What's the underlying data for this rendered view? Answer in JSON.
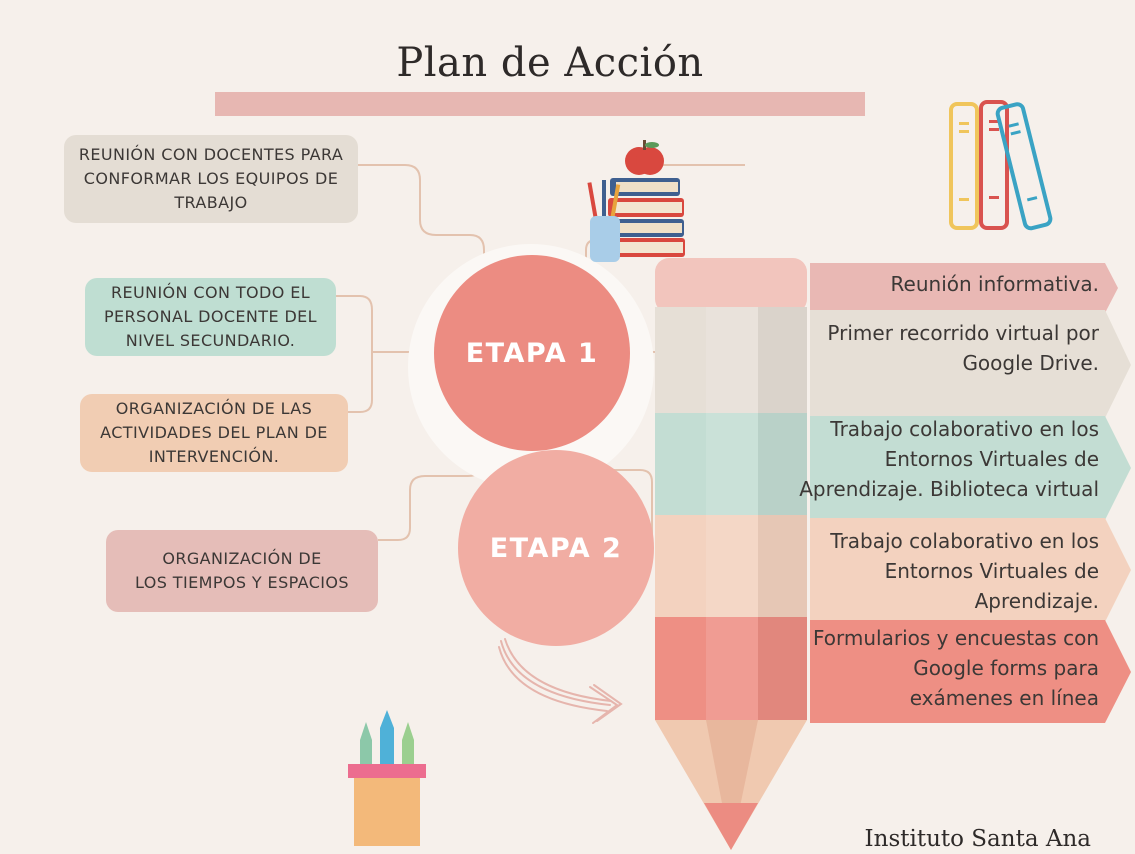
{
  "title": "Plan de Acción",
  "left_boxes": [
    {
      "text": "REUNIÓN CON DOCENTES PARA\nCONFORMAR LOS EQUIPOS DE\nTRABAJO",
      "color": "#e4ddd4"
    },
    {
      "text": "REUNIÓN CON TODO EL\nPERSONAL DOCENTE DEL\nNIVEL SECUNDARIO.",
      "color": "#bfded2"
    },
    {
      "text": "ORGANIZACIÓN DE LAS\nACTIVIDADES DEL PLAN DE\nINTERVENCIÓN.",
      "color": "#f1cdb3"
    },
    {
      "text": "ORGANIZACIÓN DE\nLOS TIEMPOS Y ESPACIOS",
      "color": "#e5bdb8"
    }
  ],
  "stages": [
    {
      "label": "ETAPA 1",
      "color": "#ec8c82"
    },
    {
      "label": "ETAPA 2",
      "color": "#f1ada3"
    }
  ],
  "activities": [
    {
      "text": "Reunión informativa.",
      "color": "#e9b8b4"
    },
    {
      "text": "Primer recorrido virtual por\nGoogle Drive.",
      "color": "#e6dfd6"
    },
    {
      "text": "Trabajo colaborativo en los\nEntornos Virtuales de\nAprendizaje. Biblioteca virtual",
      "color": "#c3ddd3"
    },
    {
      "text": "Trabajo colaborativo en los\nEntornos Virtuales de\nAprendizaje.",
      "color": "#f3d2bf"
    },
    {
      "text": "Formularios y encuestas con\nGoogle forms para\nexámenes en línea",
      "color": "#ee8f84"
    }
  ],
  "footer": "Instituto Santa Ana",
  "icons": [
    "apple-icon",
    "books-stack-icon",
    "pencil-cup-icon",
    "binders-icon",
    "pencil-holder-icon",
    "curved-arrow-icon",
    "pencil-icon"
  ]
}
